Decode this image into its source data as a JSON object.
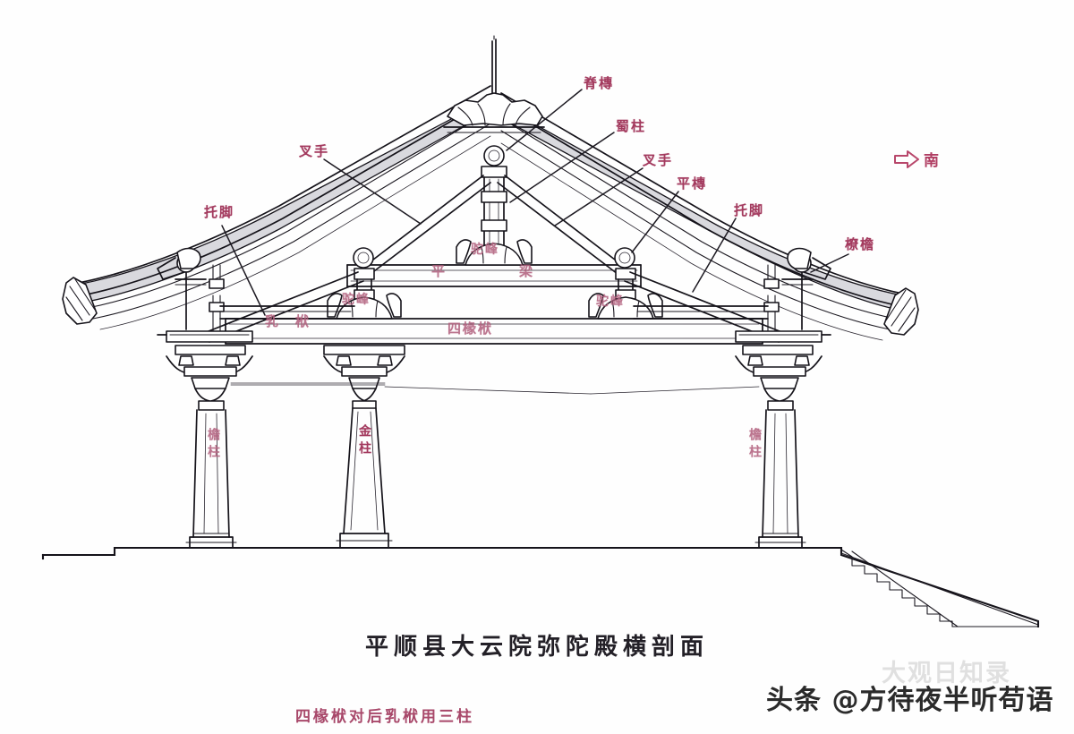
{
  "document": {
    "caption": "平顺县大云院弥陀殿横剖面",
    "subcaption": "四椽栿对后乳栿用三柱",
    "type": "architectural-cross-section",
    "ink_color": "#15131a",
    "label_color": "#a33a5e"
  },
  "compass": {
    "icon": "arrow-right-icon",
    "direction": "南"
  },
  "labels": {
    "ridge_purlin": "脊槫",
    "king_post": "蜀柱",
    "strut_right": "叉手",
    "strut_left": "叉手",
    "intermediate_purlin": "平槫",
    "brace_right": "托脚",
    "brace_left": "托脚",
    "eave_purlin": "橑檐",
    "camel_hump_center": "驼峰",
    "camel_hump_left": "驼峰",
    "camel_hump_right": "驼峰",
    "flat_beam": "平梁",
    "flat_beam_char1": "平",
    "flat_beam_char2": "梁",
    "two_rafter_beam_char1": "乳",
    "two_rafter_beam_char2": "栿",
    "four_rafter_beam": "四椽栿",
    "eave_column_left": "檐柱",
    "inner_column": "金柱",
    "eave_column_right": "檐柱"
  },
  "watermark": {
    "platform": "头条",
    "handle": "@方待夜半听苟语",
    "full": "头条 @方待夜半听苟语",
    "ghost": "大观日知录"
  }
}
